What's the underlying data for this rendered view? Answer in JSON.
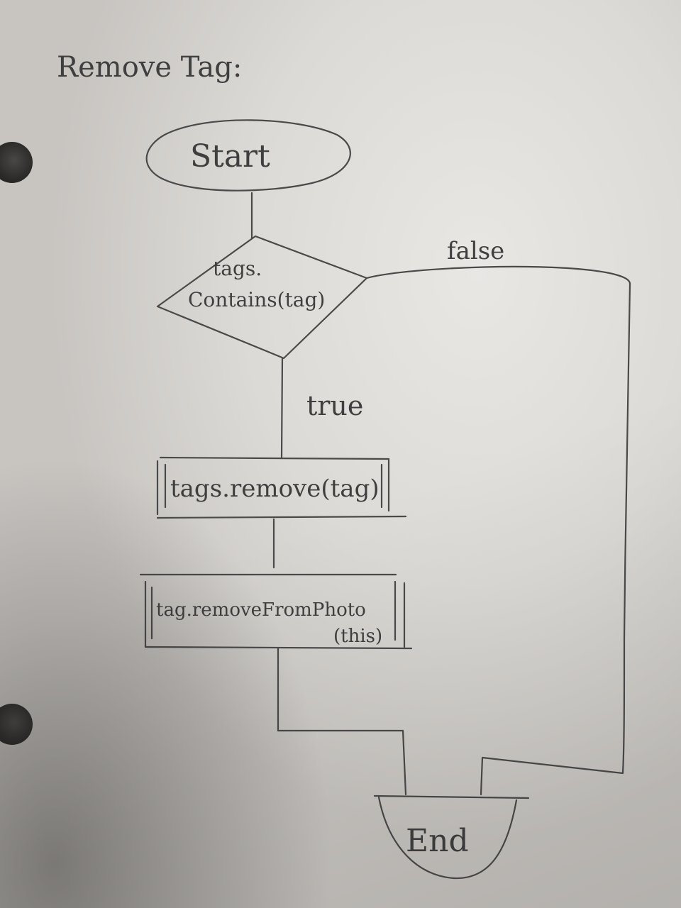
{
  "title": "Remove Tag:",
  "nodes": {
    "start": "Start",
    "decision_line1": "tags.",
    "decision_line2": "Contains(tag)",
    "process1": "tags.remove(tag)",
    "process2_line1": "tag.removeFromPhoto",
    "process2_line2": "(this)",
    "end": "End"
  },
  "edges": {
    "false_label": "false",
    "true_label": "true"
  },
  "colors": {
    "ink": "#4a4a4a",
    "paper": "#e9e7e4"
  }
}
